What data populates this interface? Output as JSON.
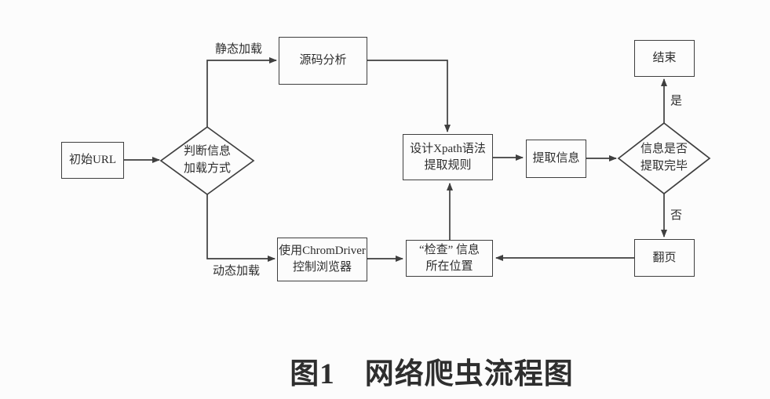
{
  "caption": "图1　网络爬虫流程图",
  "nodes": {
    "start_url": {
      "label": "初始URL"
    },
    "judge_loading": {
      "line1": "判断信息",
      "line2": "加载方式"
    },
    "source_analysis": {
      "label": "源码分析"
    },
    "xpath_rules": {
      "line1": "设计Xpath语法",
      "line2": "提取规则"
    },
    "extract_info": {
      "label": "提取信息"
    },
    "judge_finished": {
      "line1": "信息是否",
      "line2": "提取完毕"
    },
    "end": {
      "label": "结束"
    },
    "use_chromdriver": {
      "line1": "使用ChromDriver",
      "line2": "控制浏览器"
    },
    "inspect_location": {
      "line1": "“检查” 信息",
      "line2": "所在位置"
    },
    "page_turn": {
      "label": "翻页"
    }
  },
  "edge_labels": {
    "static_loading": "静态加载",
    "dynamic_loading": "动态加载",
    "yes": "是",
    "no": "否"
  },
  "colors": {
    "line": "#3f3f3f",
    "text": "#2e2e2e",
    "background": "#fcfcfc"
  }
}
